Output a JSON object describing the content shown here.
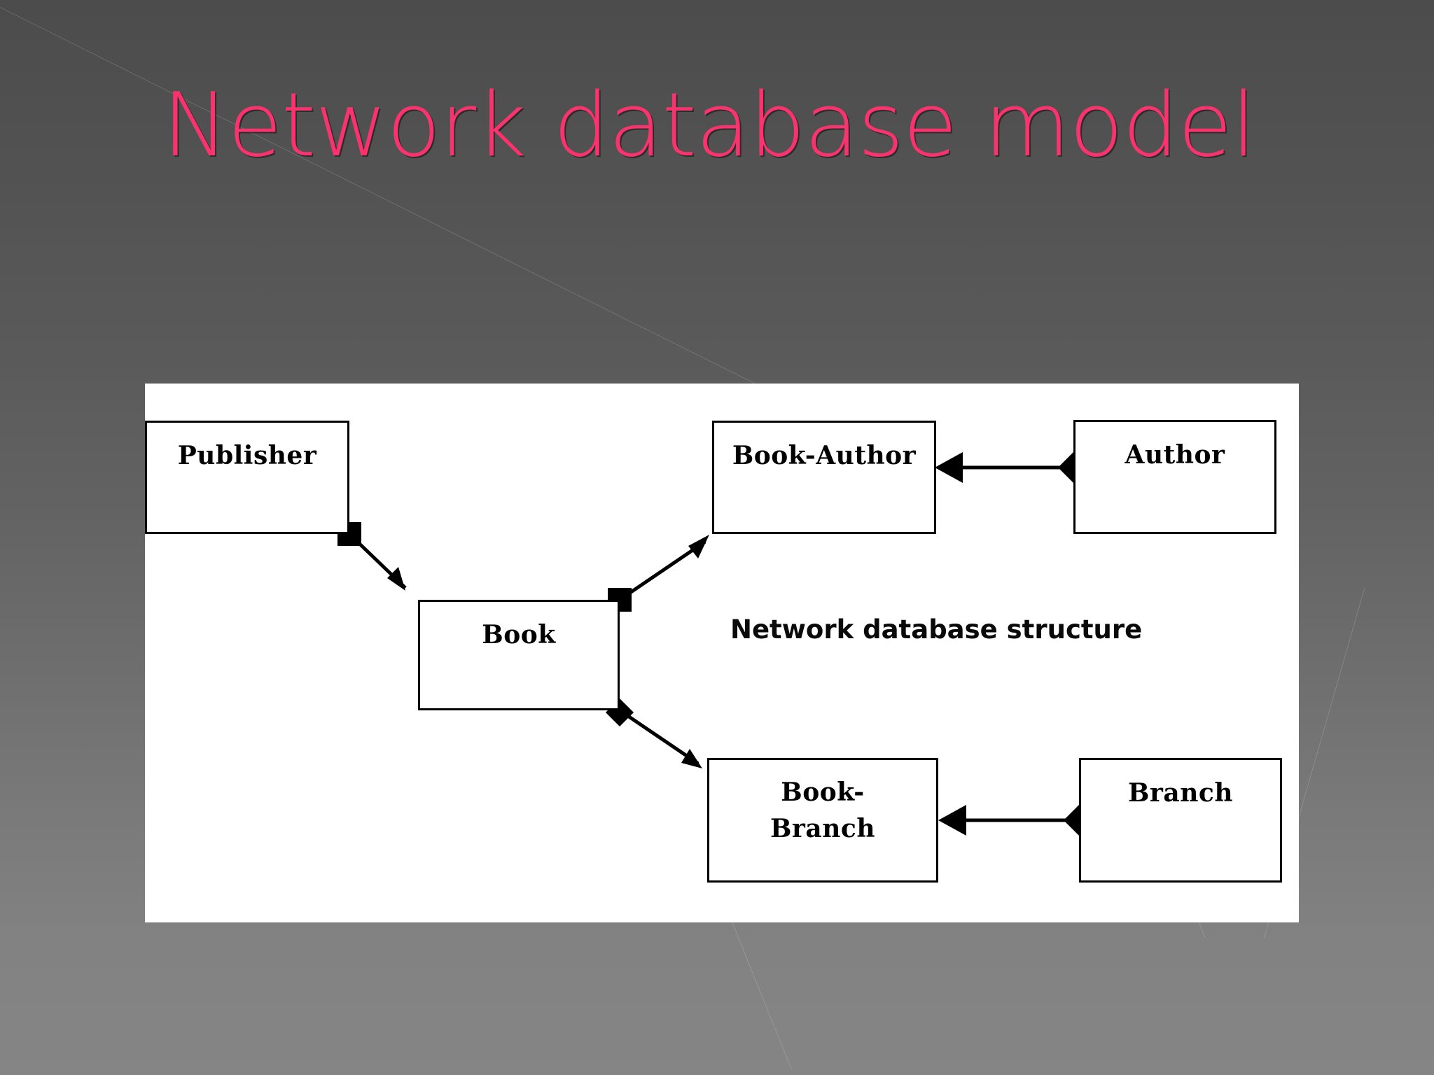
{
  "slide": {
    "title": "Network database model",
    "title_color": "#f8336e",
    "background_color_top": "#4c4c4c",
    "background_color_bottom": "#858585"
  },
  "diagram": {
    "caption": "Network database structure",
    "panel_background": "#ffffff",
    "line_color": "#000000",
    "entities": [
      {
        "id": "publisher",
        "label": "Publisher"
      },
      {
        "id": "book",
        "label": "Book"
      },
      {
        "id": "book-author",
        "label": "Book-Author"
      },
      {
        "id": "author",
        "label": "Author"
      },
      {
        "id": "book-branch",
        "label": "Book-\nBranch"
      },
      {
        "id": "branch",
        "label": "Branch"
      }
    ],
    "connectors": [
      {
        "from": "publisher",
        "to": "book",
        "from_marker": "filled-square",
        "to_marker": "arrowhead"
      },
      {
        "from": "book",
        "to": "book-author",
        "from_marker": "filled-square",
        "to_marker": "arrowhead"
      },
      {
        "from": "book",
        "to": "book-branch",
        "from_marker": "filled-diamond",
        "to_marker": "arrowhead"
      },
      {
        "from": "author",
        "to": "book-author",
        "from_marker": "filled-diamond",
        "to_marker": "arrowhead"
      },
      {
        "from": "branch",
        "to": "book-branch",
        "from_marker": "filled-diamond",
        "to_marker": "arrowhead"
      }
    ]
  }
}
